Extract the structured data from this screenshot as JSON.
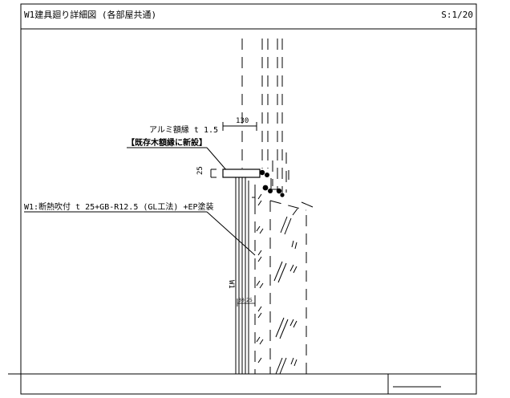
{
  "header": {
    "title": "W1建具廻り詳細図 (各部屋共通)",
    "scale": "S:1/20"
  },
  "annotations": {
    "aluminum_trim": "アルミ額縁 t 1.5",
    "new_on_trim": "【既存木額縁に新設】",
    "wall_spec": "W1:断熱吹付 t 25+GB-R12.5 (GL工法) +EP塗装",
    "wall_tag": "W1"
  },
  "dimensions": {
    "width_130": "130",
    "height_25": "25",
    "dim_30": "30",
    "dim_25": "25"
  }
}
